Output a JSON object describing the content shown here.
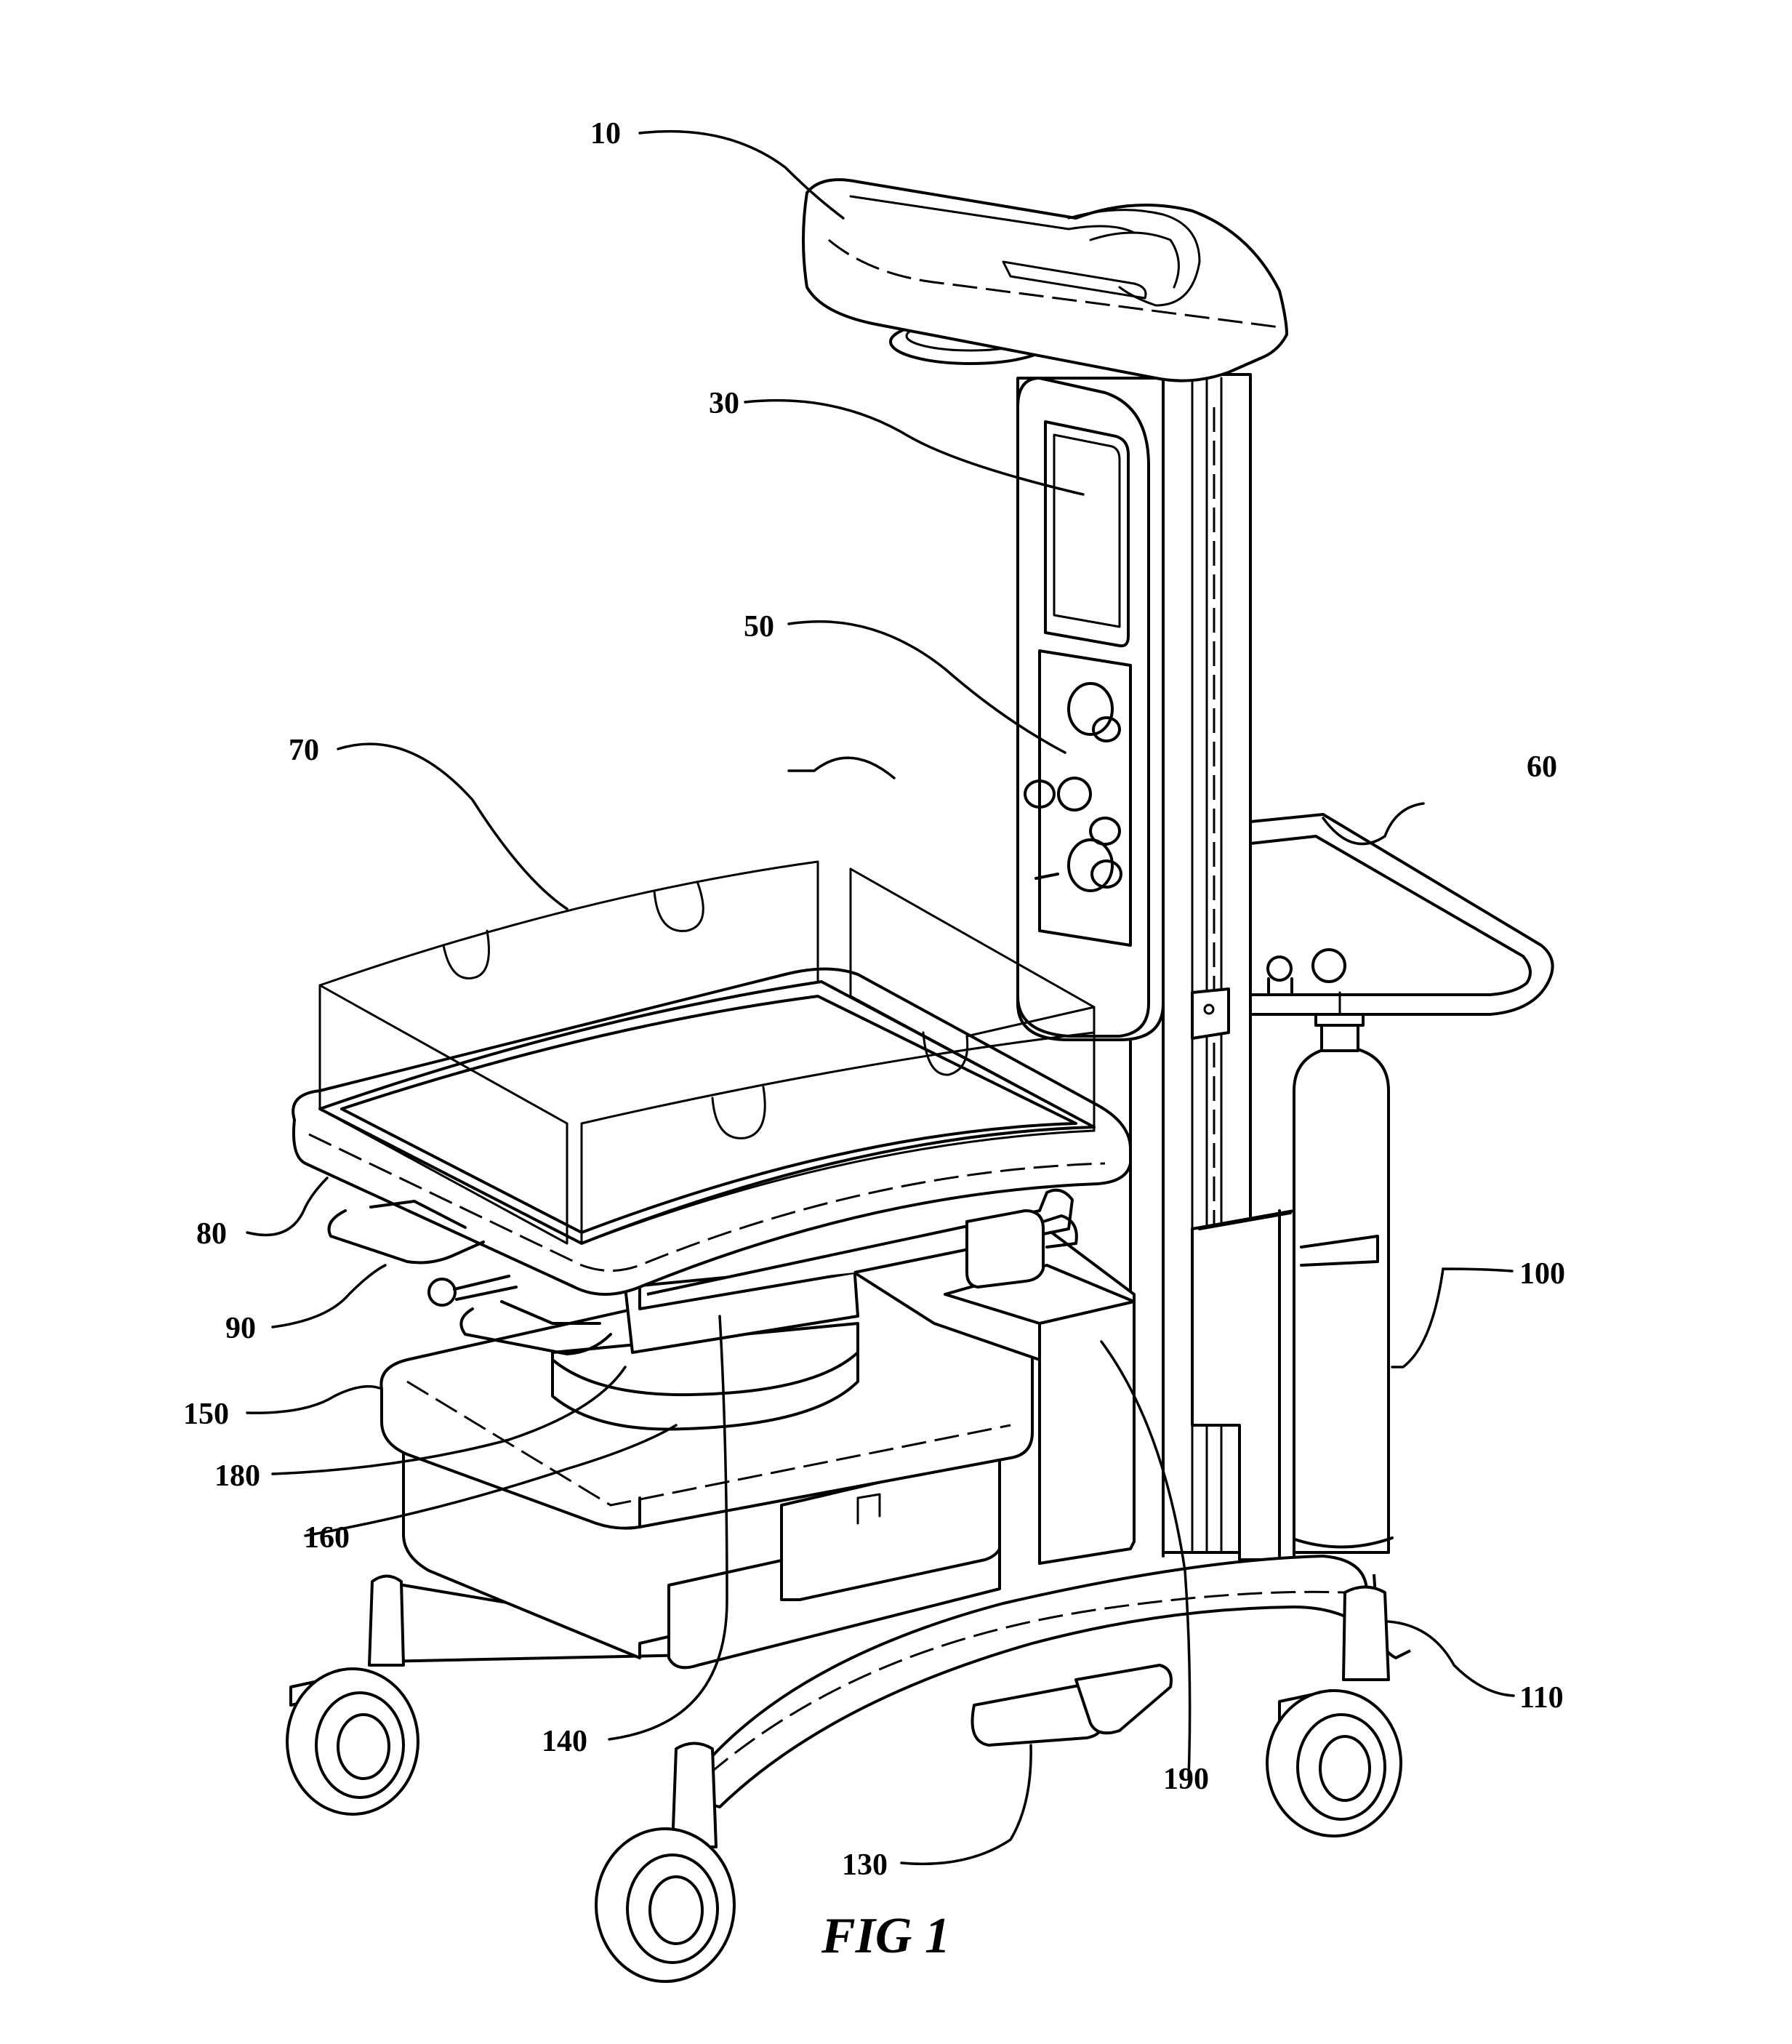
{
  "figure": {
    "caption": "FIG 1",
    "reference_numerals": [
      "10",
      "30",
      "50",
      "60",
      "70",
      "80",
      "90",
      "100",
      "110",
      "130",
      "140",
      "150",
      "160",
      "180",
      "190"
    ]
  }
}
